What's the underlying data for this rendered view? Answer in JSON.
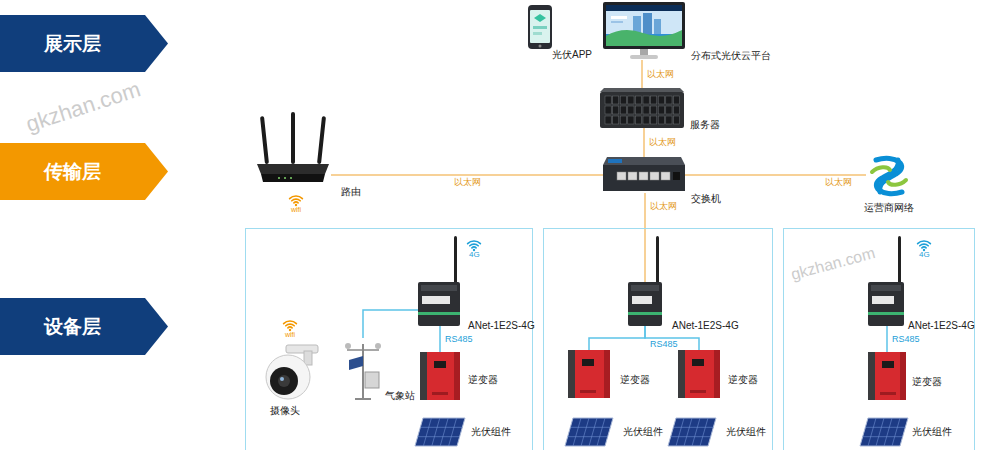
{
  "diagram": {
    "nodes": [
      {
        "text": [
          "展示层"
        ]
      },
      {
        "text": [
          "传输层"
        ]
      },
      {
        "text": [
          "设备层"
        ]
      },
      {
        "text": [
          "光伏APP"
        ]
      },
      {
        "text": [
          "分布式光伏云平台"
        ]
      },
      {
        "text": [
          "服务器"
        ]
      },
      {
        "text": [
          "路由"
        ]
      },
      {
        "text": [
          "交换机"
        ]
      },
      {
        "text": [
          "运营商网络"
        ]
      },
      {
        "text": []
      },
      {
        "text": [
          "摄像头"
        ],
        "in": 9
      },
      {
        "text": [
          "气象站"
        ],
        "in": 9
      },
      {
        "text": [
          "ANet-1E2S-4G"
        ],
        "in": 9
      },
      {
        "text": [
          "逆变器"
        ],
        "in": 9
      },
      {
        "text": [
          "光伏组件"
        ],
        "in": 9
      },
      {
        "text": []
      },
      {
        "text": [
          "ANet-1E2S-4G"
        ],
        "in": 15
      },
      {
        "text": [
          "逆变器"
        ],
        "in": 15
      },
      {
        "text": [
          "逆变器"
        ],
        "in": 15
      },
      {
        "text": [
          "光伏组件"
        ],
        "in": 15
      },
      {
        "text": [
          "光伏组件"
        ],
        "in": 15
      },
      {
        "text": []
      },
      {
        "text": [
          "ANet-1E2S-4G"
        ],
        "in": 21
      },
      {
        "text": [
          "逆变器"
        ],
        "in": 21
      },
      {
        "text": [
          "光伏组件"
        ],
        "in": 21
      }
    ],
    "edges": [
      {
        "from": 4,
        "to": 5,
        "label": "以太网",
        "arrow": "none"
      },
      {
        "from": 5,
        "to": 7,
        "label": "以太网",
        "arrow": "none"
      },
      {
        "from": 6,
        "to": 7,
        "label": "以太网",
        "arrow": "none"
      },
      {
        "from": 7,
        "to": 8,
        "label": "以太网",
        "arrow": "none"
      },
      {
        "from": 7,
        "to": 16,
        "label": "以太网",
        "arrow": "none"
      },
      {
        "from": 12,
        "to": 11,
        "arrow": "none"
      },
      {
        "from": 12,
        "to": 13,
        "label": "RS485",
        "arrow": "none"
      },
      {
        "from": 16,
        "to": 17,
        "label": "RS485",
        "arrow": "none"
      },
      {
        "from": 16,
        "to": 18,
        "arrow": "none"
      },
      {
        "from": 22,
        "to": 23,
        "label": "RS485",
        "arrow": "none"
      }
    ],
    "labels": [
      "wifi",
      "wifi",
      "4G",
      "4G",
      "gkzhan.com",
      "gkzhan.com"
    ]
  }
}
